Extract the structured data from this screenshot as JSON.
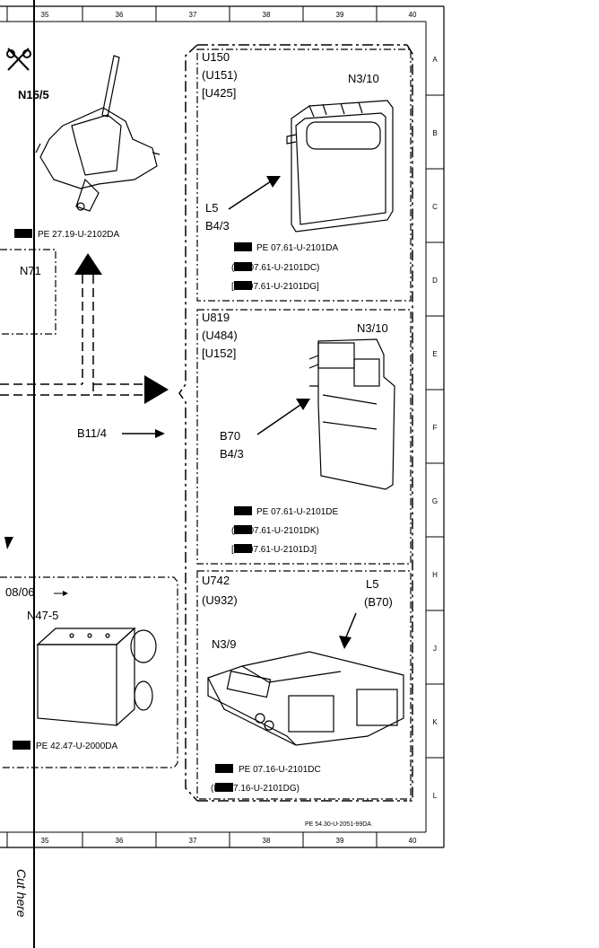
{
  "grid": {
    "columns": [
      "35",
      "36",
      "37",
      "38",
      "39",
      "40"
    ],
    "rows": [
      "A",
      "B",
      "C",
      "D",
      "E",
      "F",
      "G",
      "H",
      "J",
      "K",
      "L"
    ]
  },
  "cut_here": "Cut here",
  "footer_code": "PE 54.30-U-2051-99DA",
  "left": {
    "shift": {
      "label": "N15/5",
      "ref": "PE 27.19-U-2102DA"
    },
    "n71": "N71",
    "b11": "B11/4",
    "abs": {
      "code": "08/06",
      "label": "N47-5",
      "ref": "PE 42.47-U-2000DA"
    }
  },
  "panel1": {
    "ids": [
      "U150",
      "(U151)",
      "[U425]"
    ],
    "module": "N3/10",
    "pointer": [
      "L5",
      "B4/3"
    ],
    "refs": [
      "PE 07.61-U-2101DA",
      "(PE 07.61-U-2101DC)",
      "[PE 07.61-U-2101DG]"
    ]
  },
  "panel2": {
    "ids": [
      "U819",
      "(U484)",
      "[U152]"
    ],
    "module": "N3/10",
    "pointer": [
      "B70",
      "B4/3"
    ],
    "refs": [
      "PE 07.61-U-2101DE",
      "(PE 07.61-U-2101DK)",
      "[PE 07.61-U-2101DJ]"
    ]
  },
  "panel3": {
    "ids": [
      "U742",
      "(U932)"
    ],
    "module": "N3/9",
    "pointer": [
      "L5",
      "(B70)"
    ],
    "refs": [
      "PE 07.16-U-2101DC",
      "(PE 07.16-U-2101DG)"
    ]
  }
}
